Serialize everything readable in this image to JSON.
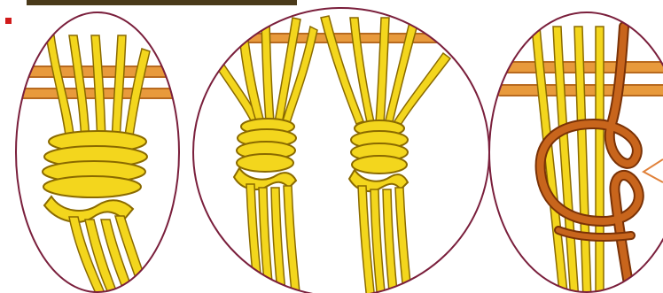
{
  "colors": {
    "background": "#ffffff",
    "frame": "#7a1f3c",
    "cord": "#f3d61d",
    "cord_shadow": "#c9a80c",
    "cord_outline": "#8a6a00",
    "bar": "#e89a3c",
    "bar_shadow": "#b86a1f",
    "wrapping_cord": "#c8651c",
    "wrapping_cord_outline": "#7a3206",
    "red_mark": "#d11a1a",
    "top_strip": "#4a3a1a",
    "pointer": "#e0813a"
  },
  "panels": [
    {
      "name": "panel-single-wrapped-knot",
      "content": "wrapped-gathering-knot"
    },
    {
      "name": "panel-double-wrapped-knots",
      "content": "two-wrapped-gathering-knots"
    },
    {
      "name": "panel-knot-method",
      "content": "wrapping-cord-method"
    }
  ]
}
